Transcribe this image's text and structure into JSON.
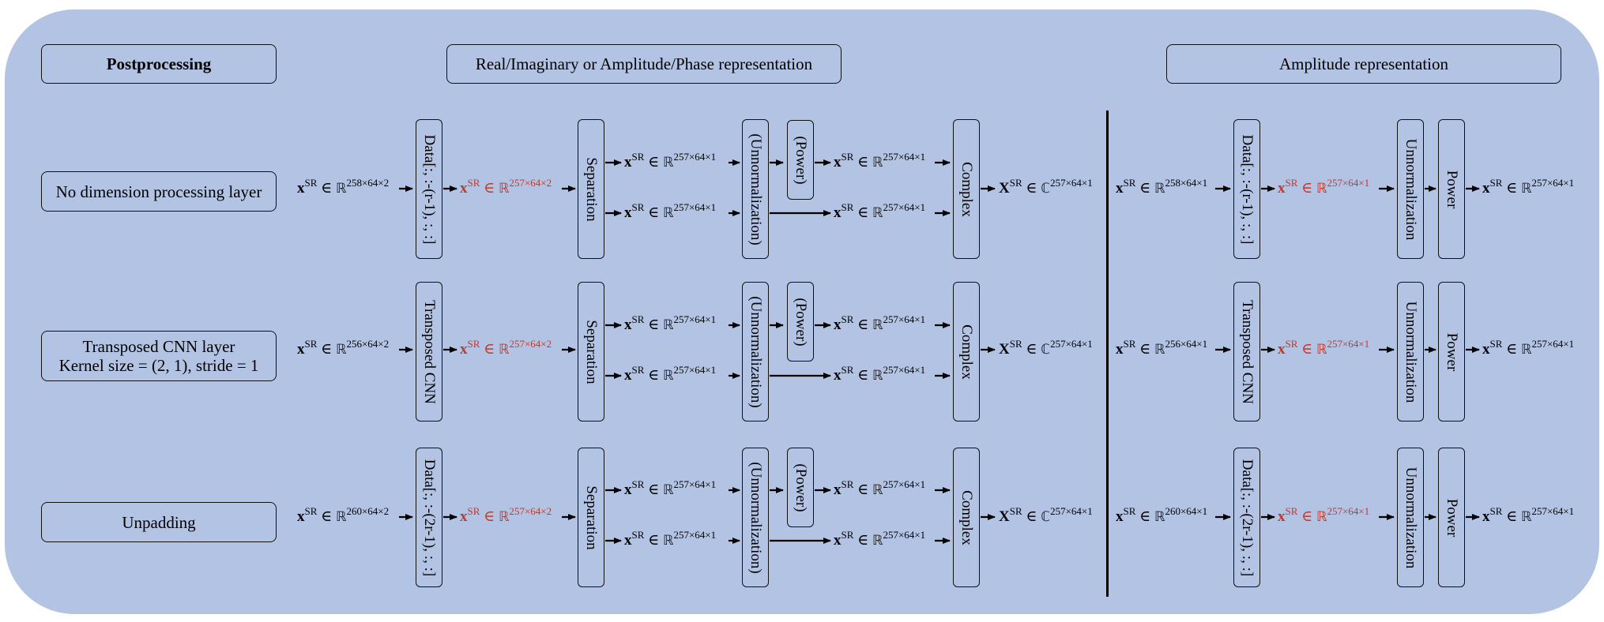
{
  "headers": {
    "postprocessing": "Postprocessing",
    "ri_ap": "Real/Imaginary or Amplitude/Phase representation",
    "amplitude": "Amplitude representation"
  },
  "rows": [
    {
      "label": [
        "No dimension processing layer"
      ],
      "left_input": {
        "base": "R",
        "sup": "258×64×2"
      },
      "proc": "Data[:, :-(r-1), :, :]",
      "mid": {
        "base": "R",
        "sup": "257×64×2"
      },
      "right_input": {
        "base": "R",
        "sup": "258×64×1"
      },
      "right_proc": "Data[:, :-(r-1), :, :]"
    },
    {
      "label": [
        "Transposed CNN layer",
        "Kernel size = (2, 1), stride = 1"
      ],
      "left_input": {
        "base": "R",
        "sup": "256×64×2"
      },
      "proc": "Transposed CNN",
      "mid": {
        "base": "R",
        "sup": "257×64×2"
      },
      "right_input": {
        "base": "R",
        "sup": "256×64×1"
      },
      "right_proc": "Transposed CNN"
    },
    {
      "label": [
        "Unpadding"
      ],
      "left_input": {
        "base": "R",
        "sup": "260×64×2"
      },
      "proc": "Data[:, :-(2r-1), :, :]",
      "mid": {
        "base": "R",
        "sup": "257×64×2"
      },
      "right_input": {
        "base": "R",
        "sup": "260×64×1"
      },
      "right_proc": "Data[:, :-(2r-1), :, :]"
    }
  ],
  "common": {
    "var": "x",
    "var_sup": "SR",
    "in": "∈",
    "out_var": "X",
    "separation": "Separation",
    "unnormalization_paren": "(Unnormalization)",
    "power_paren": "(Power)",
    "complex": "Complex",
    "unnormalization": "Unnormalization",
    "power": "Power",
    "branch": {
      "base": "R",
      "sup": "257×64×1"
    },
    "complex_out": {
      "base": "C",
      "sup": "257×64×1"
    },
    "red_right": {
      "base": "R",
      "sup": "257×64×1"
    },
    "final": {
      "base": "R",
      "sup": "257×64×1"
    }
  },
  "colors": {
    "panel": "#b3c3e4",
    "highlight": "#c0392b"
  }
}
